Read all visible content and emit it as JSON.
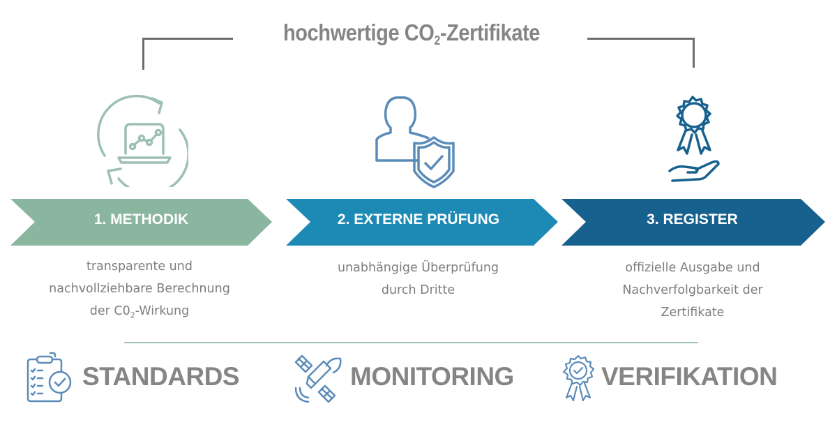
{
  "header": {
    "title_prefix": "hochwertige CO",
    "title_sub": "2",
    "title_suffix": "-Zertifikate"
  },
  "steps": [
    {
      "label": "1. METHODIK",
      "color": "#8ab59e",
      "icon": "laptop-chart-cycle-icon",
      "desc_line1": "transparente und",
      "desc_line2": "nachvollziehbare Berechnung",
      "desc_line3_prefix": "der C0",
      "desc_line3_sub": "2",
      "desc_line3_suffix": "-Wirkung"
    },
    {
      "label": "2. EXTERNE PRÜFUNG",
      "color": "#1d8ab5",
      "icon": "user-shield-check-icon",
      "desc_line1": "unabhängige Überprüfung",
      "desc_line2": "durch Dritte"
    },
    {
      "label": "3. REGISTER",
      "color": "#17618f",
      "icon": "award-hand-icon",
      "desc_line1": "offizielle Ausgabe und",
      "desc_line2": "Nachverfolgbarkeit der",
      "desc_line3": "Zertifikate"
    }
  ],
  "pillars": [
    {
      "label": "STANDARDS",
      "icon": "clipboard-check-icon"
    },
    {
      "label": "MONITORING",
      "icon": "satellite-icon"
    },
    {
      "label": "VERIFIKATION",
      "icon": "badge-check-icon"
    }
  ],
  "colors": {
    "green": "#8ab59e",
    "blue": "#1d8ab5",
    "dark_blue": "#17618f",
    "icon_blue": "#5b8bb8",
    "text_gray": "#858585",
    "bracket_gray": "#6e6e6e"
  }
}
